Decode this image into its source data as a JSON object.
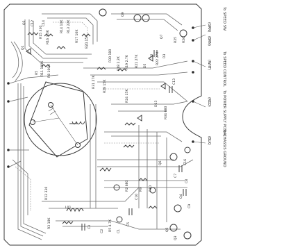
{
  "board": {
    "wire_tags": [
      "(GRN)",
      "(BRN)",
      "(WHT)",
      "(RED)",
      "(BLK)"
    ],
    "destinations": [
      "To SPEED SW",
      "To SPEED CONTROL",
      "To POWER SUPPLY PCB(4)",
      "To CHASSIS GROUND"
    ],
    "components": [
      "Q2",
      "Q1",
      "R15 330",
      "R16 3.3K",
      "R14 10K",
      "R13 22K",
      "C12",
      "C14",
      "R17 10K",
      "R20 15K",
      "R11 100K",
      "R8 100K",
      "R5",
      "Q9",
      "R30 180",
      "R18 2.2K",
      "R19 2.7K",
      "R21 27K",
      "D5",
      "Q7",
      "R22 27K",
      "D2",
      "D3",
      "C13",
      "R25",
      "R26",
      "R31 27K",
      "R28 15K",
      "R24 15K",
      "D13",
      "R34 680",
      "C16",
      "Q6",
      "C7",
      "C8",
      "Q4",
      "R2 680",
      "C9",
      "C10",
      "Q5",
      "R9",
      "R10",
      "R12 330",
      "L01",
      "R3 10K",
      "C3",
      "C2",
      "R5 4.7K",
      "C1",
      "C5",
      "Q3"
    ]
  }
}
